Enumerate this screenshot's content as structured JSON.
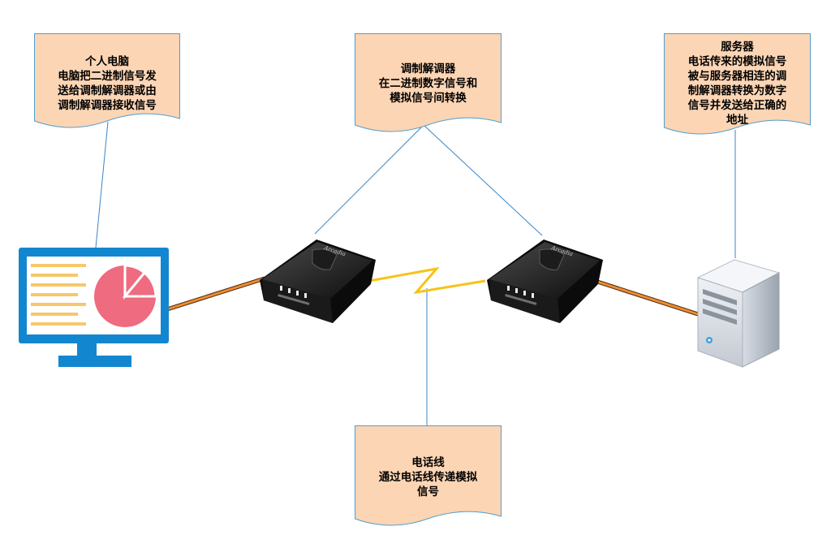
{
  "notes": {
    "pc": {
      "lines": [
        "个人电脑",
        "电脑把二进制信号发",
        "送给调制解调器或由",
        "调制解调器接收信号"
      ]
    },
    "modem": {
      "lines": [
        "调制解调器",
        "在二进制数字信号和",
        "模拟信号间转换"
      ]
    },
    "server": {
      "lines": [
        "服务器",
        "电话传来的模拟信号",
        "被与服务器相连的调",
        "制解调器转换为数字",
        "信号并发送给正确的",
        "地址"
      ]
    },
    "line": {
      "lines": [
        "电话线",
        "通过电话线传递模拟",
        "信号"
      ]
    }
  },
  "modem_brand": "Arcadia",
  "colors": {
    "note_fill": "#fcd5b4",
    "note_border": "#4f9fcf",
    "connector": "#3b86c4",
    "monitor_blue": "#1287d0",
    "monitor_line": "#f6c86b",
    "pie": "#ef6b7f",
    "cable_orange": "#f08c30",
    "cable_dark": "#4a2a10",
    "lightning": "#f7c31a"
  }
}
